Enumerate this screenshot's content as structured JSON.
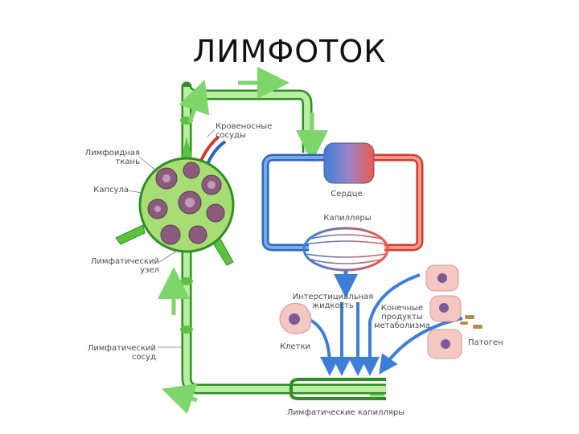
{
  "title": "ЛИМФОТОК",
  "labels": {
    "blood_vessels": [
      "Кровеносные",
      "сосуды"
    ],
    "lymphoid_tissue": [
      "Лимфоидная",
      "ткань"
    ],
    "capsule": "Капсула",
    "lymph_node": [
      "Лимфатический",
      "узел"
    ],
    "lymph_vessel": [
      "Лимфатический",
      "сосуд"
    ],
    "heart": "Сердце",
    "capillaries": "Капилляры",
    "interstitial_fluid": [
      "Интерстициальная",
      "жидкость"
    ],
    "metabolic_products": [
      "Конечные",
      "продукты",
      "метаболизма"
    ],
    "cells": "Клетки",
    "pathogen": "Патоген",
    "lymph_capillary": "Лимфатические капилляры"
  },
  "colors": {
    "lymph_green": "#5cc23e",
    "lymph_green_light": "#b8eea2",
    "vein_blue": "#3d7fd6",
    "artery_red": "#ef5a4a",
    "arrow_green": "#7ed56a",
    "node_purple": "#8a5b7d",
    "cell_pink": "#f4c7c2",
    "nucleus": "#7b5a9a",
    "pathogen_brown": "#b98a4a"
  }
}
